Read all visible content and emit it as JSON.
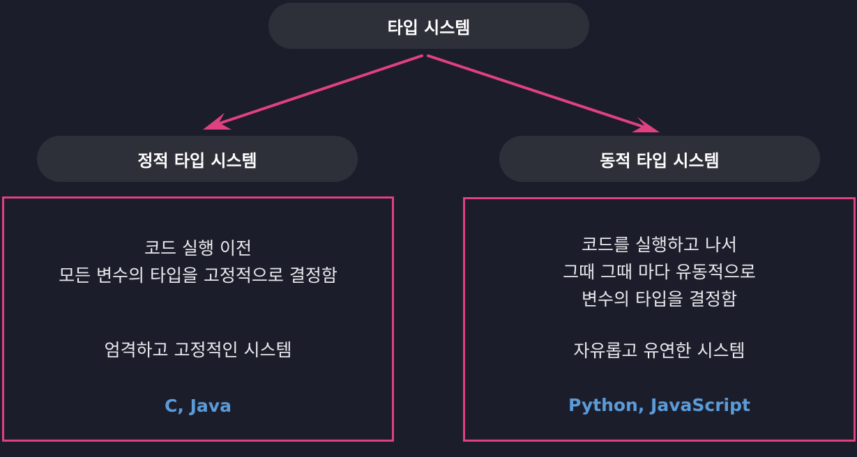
{
  "root": {
    "label": "타입 시스템"
  },
  "static": {
    "label": "정적 타입 시스템",
    "description": [
      "코드 실행 이전",
      "모든 변수의 타입을 고정적으로 결정함"
    ],
    "trait": "엄격하고 고정적인 시스템",
    "languages": "C, Java"
  },
  "dynamic": {
    "label": "동적 타입 시스템",
    "description": [
      "코드를 실행하고 나서",
      "그때 그때 마다 유동적으로",
      "변수의 타입을 결정함"
    ],
    "trait": "자유롭고 유연한 시스템",
    "languages": "Python, JavaScript"
  },
  "colors": {
    "background": "#1c1d2b",
    "pill": "#2e3039",
    "accent": "#e0417f",
    "language_text": "#5b9bd8"
  }
}
